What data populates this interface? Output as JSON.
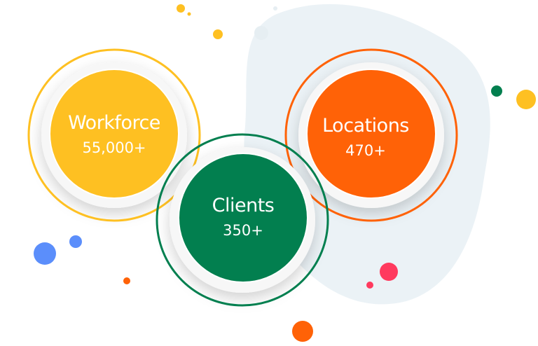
{
  "stats": [
    {
      "label": "Workforce",
      "value": "55,000+",
      "color": "#fec022"
    },
    {
      "label": "Clients",
      "value": "350+",
      "color": "#027f4f"
    },
    {
      "label": "Locations",
      "value": "470+",
      "color": "#ff6207"
    }
  ]
}
